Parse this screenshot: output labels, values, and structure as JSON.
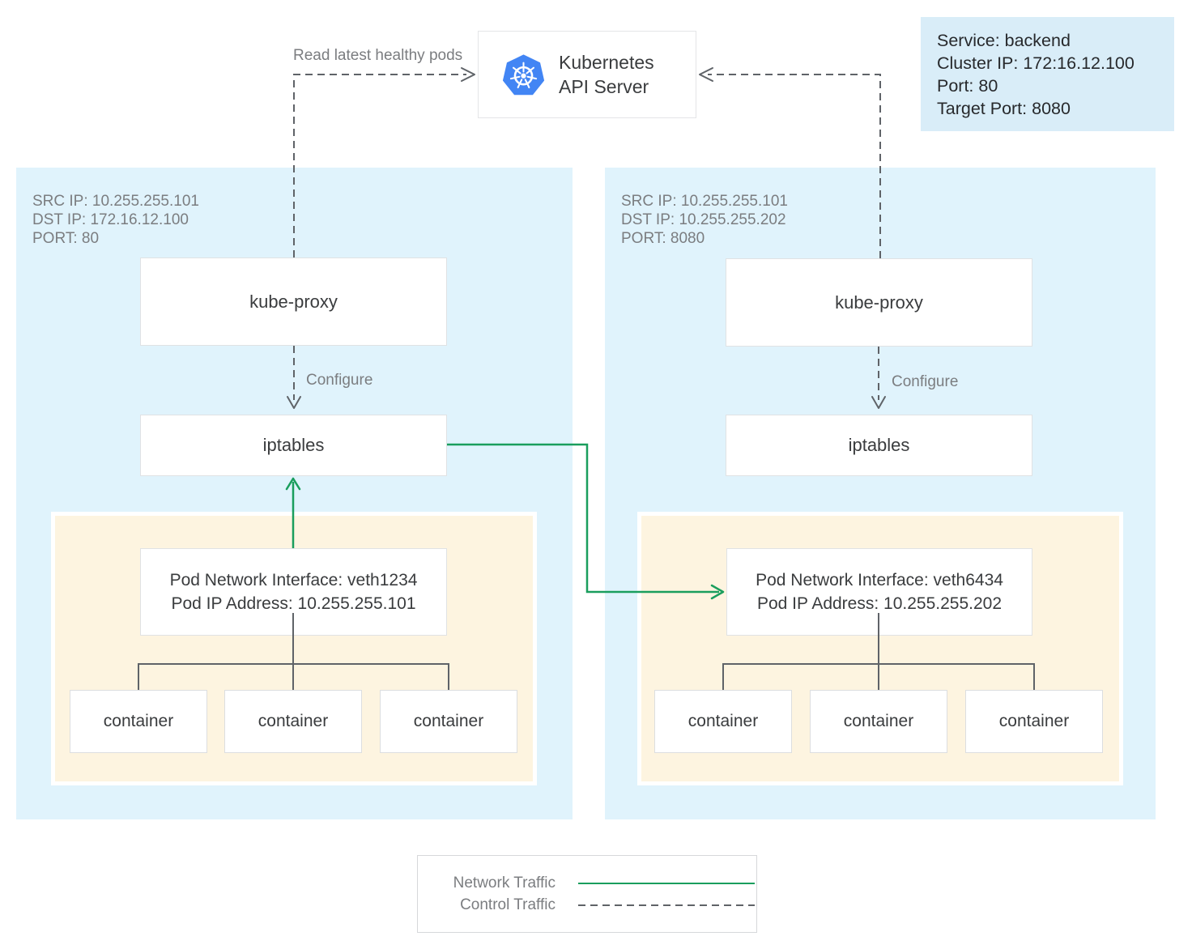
{
  "api_server": {
    "label": "Kubernetes API Server",
    "icon": "kubernetes-logo"
  },
  "service_info": {
    "line1": "Service: backend",
    "line2": "Cluster IP: 172:16.12.100",
    "line3": "Port: 80",
    "line4": "Target Port: 8080"
  },
  "annotations": {
    "read_latest": "Read latest healthy pods",
    "configure_left": "Configure",
    "configure_right": "Configure"
  },
  "node_left": {
    "meta_line1": "SRC IP: 10.255.255.101",
    "meta_line2": "DST IP: 172.16.12.100",
    "meta_line3": "PORT: 80",
    "kube_proxy_label": "kube-proxy",
    "iptables_label": "iptables",
    "pod": {
      "interface_line": "Pod Network Interface: veth1234",
      "ip_line": "Pod IP Address: 10.255.255.101",
      "container1": "container",
      "container2": "container",
      "container3": "container"
    }
  },
  "node_right": {
    "meta_line1": "SRC IP: 10.255.255.101",
    "meta_line2": "DST IP: 10.255.255.202",
    "meta_line3": "PORT: 8080",
    "kube_proxy_label": "kube-proxy",
    "iptables_label": "iptables",
    "pod": {
      "interface_line": "Pod Network Interface: veth6434",
      "ip_line": "Pod IP Address: 10.255.255.202",
      "container1": "container",
      "container2": "container",
      "container3": "container"
    }
  },
  "legend": {
    "network_label": "Network Traffic",
    "control_label": "Control Traffic"
  },
  "colors": {
    "network_traffic_green": "#1a9e5d",
    "control_traffic_gray": "#5f6368",
    "panel_blue": "#e0f3fc",
    "pod_yellow": "#fdf4e0",
    "service_box_blue": "#d9edf8",
    "kubernetes_logo_blue": "#4285f4"
  }
}
